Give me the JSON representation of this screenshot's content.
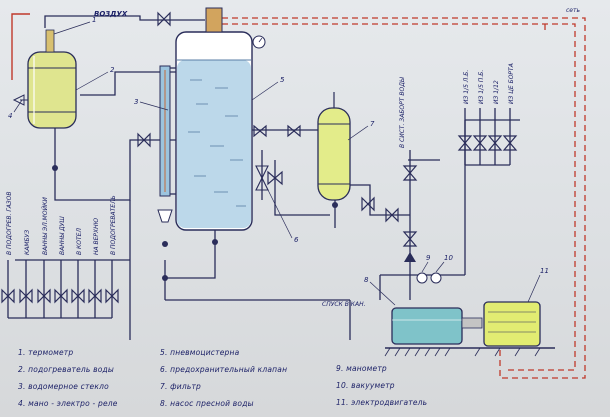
{
  "title_labels": {
    "air": "ВОЗДУХ",
    "network": "сеть",
    "drain": "СПУСК В КАН."
  },
  "bottom_outlets": [
    "В ПОДОГРЕВ. ГАЗОВ",
    "КАМБУЗ",
    "ВАННЫ ЭЛ.МОЙКИ",
    "ВАННЫ ДУШ",
    "В КОТЕЛ",
    "НА ВЕРХНЮ",
    "В ПОДОГРЕВАТЕЛЬ"
  ],
  "top_outlets": [
    "ИЗ 1/5 Л.Б.",
    "ИЗ 1/5 П.Б.",
    "ИЗ 1/12",
    "ИЗ ЦЕ БОРТА"
  ],
  "side_note": "В СИСТ. ЗАБОРТ ВОДЫ",
  "callout_numbers": [
    "1",
    "2",
    "3",
    "4",
    "5",
    "6",
    "7",
    "8",
    "9",
    "10",
    "11"
  ],
  "legend_col1": [
    "1. термометр",
    "2. подогреватель воды",
    "3. водомерное стекло",
    "4. мано - электро - реле"
  ],
  "legend_col2": [
    "5. пневмоцистерна",
    "6. предохранительный клапан",
    "7. фильтр",
    "8. насос пресной воды"
  ],
  "legend_col3": [
    "9. манометр",
    "10. вакууметр",
    "11. электродвигатель"
  ],
  "colors": {
    "heater": "#dfe58f",
    "tank_water": "#bcd8ea",
    "filter": "#e3ec8a",
    "pump": "#7fc3c9",
    "motor": "#e2ec72",
    "ink": "#1a1f66",
    "signal_wire": "#c0392b"
  }
}
